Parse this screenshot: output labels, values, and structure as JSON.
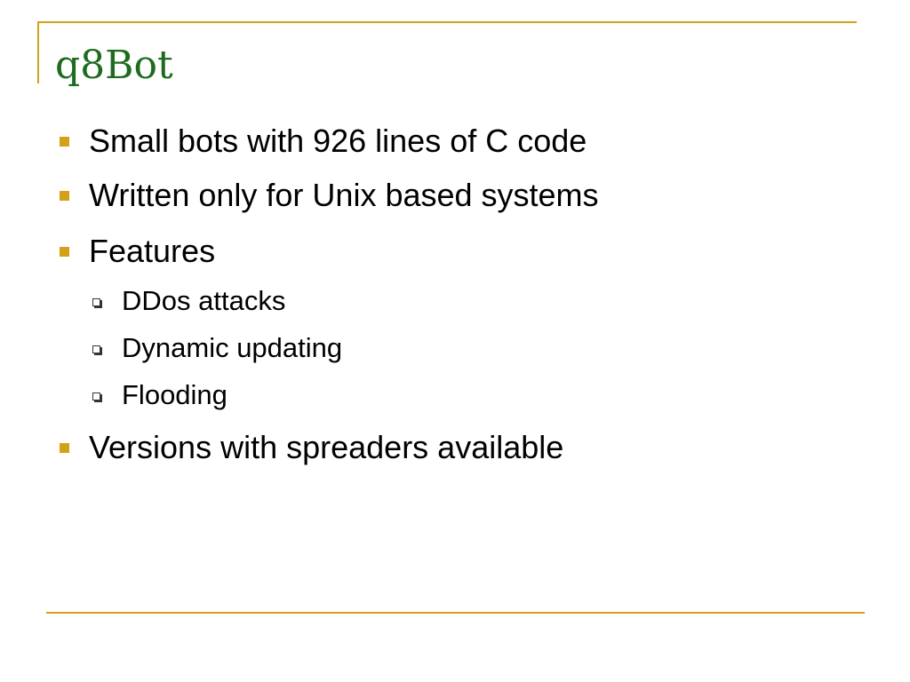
{
  "slide": {
    "title": "q8Bot",
    "accent_color": "#d4a017",
    "title_color": "#1e6b1e",
    "bullets": [
      {
        "text": "Small bots with 926 lines of C code",
        "level": 1,
        "marker": "filled-square-icon"
      },
      {
        "text": "Written only for Unix based systems",
        "level": 1,
        "marker": "filled-square-icon"
      },
      {
        "text": "Features",
        "level": 1,
        "marker": "filled-square-icon"
      },
      {
        "text": "DDos attacks",
        "level": 2,
        "marker": "hollow-square-icon"
      },
      {
        "text": "Dynamic updating",
        "level": 2,
        "marker": "hollow-square-icon"
      },
      {
        "text": "Flooding",
        "level": 2,
        "marker": "hollow-square-icon"
      },
      {
        "text": "Versions with spreaders available",
        "level": 1,
        "marker": "filled-square-icon"
      }
    ]
  }
}
